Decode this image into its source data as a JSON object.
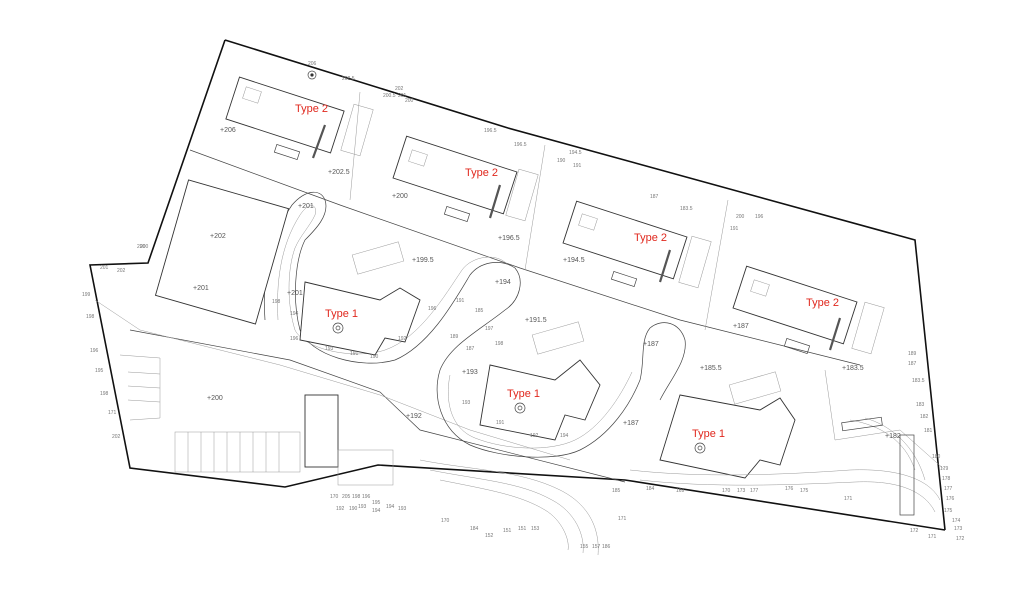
{
  "buildings": [
    {
      "label": "Type 2"
    },
    {
      "label": "Type 2"
    },
    {
      "label": "Type 2"
    },
    {
      "label": "Type 2"
    },
    {
      "label": "Type 1"
    },
    {
      "label": "Type 1"
    },
    {
      "label": "Type 1"
    }
  ],
  "elevations": [
    "+206",
    "+202.5",
    "+200",
    "+196.5",
    "+194.5",
    "+187",
    "+183.5",
    "+202",
    "+201",
    "+201",
    "+199.5",
    "+194",
    "+191.5",
    "+187",
    "+185.5",
    "+201",
    "+200",
    "+193",
    "+192",
    "+187",
    "+182"
  ],
  "contours": [
    "206",
    "202.5",
    "202",
    "201",
    "200.5",
    "200",
    "196.5",
    "196.5",
    "194.5",
    "190",
    "191",
    "187",
    "183.5",
    "200",
    "201",
    "202",
    "200",
    "199",
    "198",
    "196",
    "195",
    "198",
    "171",
    "202",
    "200",
    "198",
    "196",
    "194",
    "193",
    "191",
    "190",
    "192",
    "196",
    "191",
    "189",
    "187",
    "185",
    "197",
    "198",
    "193",
    "191",
    "192",
    "194",
    "196",
    "191",
    "189",
    "187",
    "183.5",
    "183",
    "182",
    "181",
    "180",
    "179",
    "178",
    "177",
    "176",
    "175",
    "174",
    "173",
    "172",
    "171",
    "170",
    "184",
    "152",
    "151",
    "151",
    "153",
    "155",
    "157",
    "186",
    "185",
    "184",
    "169",
    "170",
    "173",
    "177",
    "176",
    "175",
    "171",
    "172",
    "171",
    "170",
    "205",
    "198",
    "196",
    "195",
    "194",
    "193",
    "192",
    "190",
    "193",
    "194",
    "195"
  ],
  "north_arrow": {
    "icon": "north-arrow-icon"
  },
  "colors": {
    "type_label": "#e0281e"
  }
}
